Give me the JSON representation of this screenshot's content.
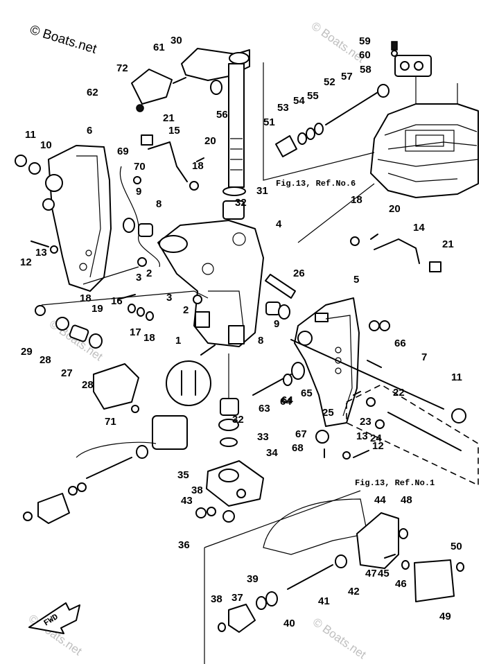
{
  "watermark": {
    "main": "© Boats.net",
    "repeat": "© Boats.net"
  },
  "refs": [
    {
      "id": "ref-fig13-no6",
      "text": "Fig.13, Ref.No.6"
    },
    {
      "id": "ref-fig13-no1",
      "text": "Fig.13, Ref.No.1"
    }
  ],
  "fwd_label": "FWD",
  "callouts": [
    "1",
    "2",
    "2",
    "3",
    "3",
    "4",
    "5",
    "6",
    "7",
    "8",
    "8",
    "9",
    "9",
    "10",
    "11",
    "11",
    "12",
    "12",
    "13",
    "13",
    "14",
    "15",
    "16",
    "17",
    "18",
    "18",
    "18",
    "18",
    "19",
    "20",
    "20",
    "21",
    "21",
    "22",
    "23",
    "24",
    "25",
    "26",
    "27",
    "28",
    "28",
    "29",
    "30",
    "31",
    "32",
    "32",
    "33",
    "34",
    "35",
    "36",
    "37",
    "38",
    "38",
    "39",
    "40",
    "41",
    "42",
    "43",
    "44",
    "45",
    "46",
    "47",
    "48",
    "49",
    "50",
    "51",
    "52",
    "53",
    "54",
    "55",
    "56",
    "57",
    "58",
    "59",
    "60",
    "61",
    "62",
    "63",
    "64",
    "64",
    "65",
    "66",
    "67",
    "68",
    "69",
    "70",
    "71",
    "72"
  ]
}
